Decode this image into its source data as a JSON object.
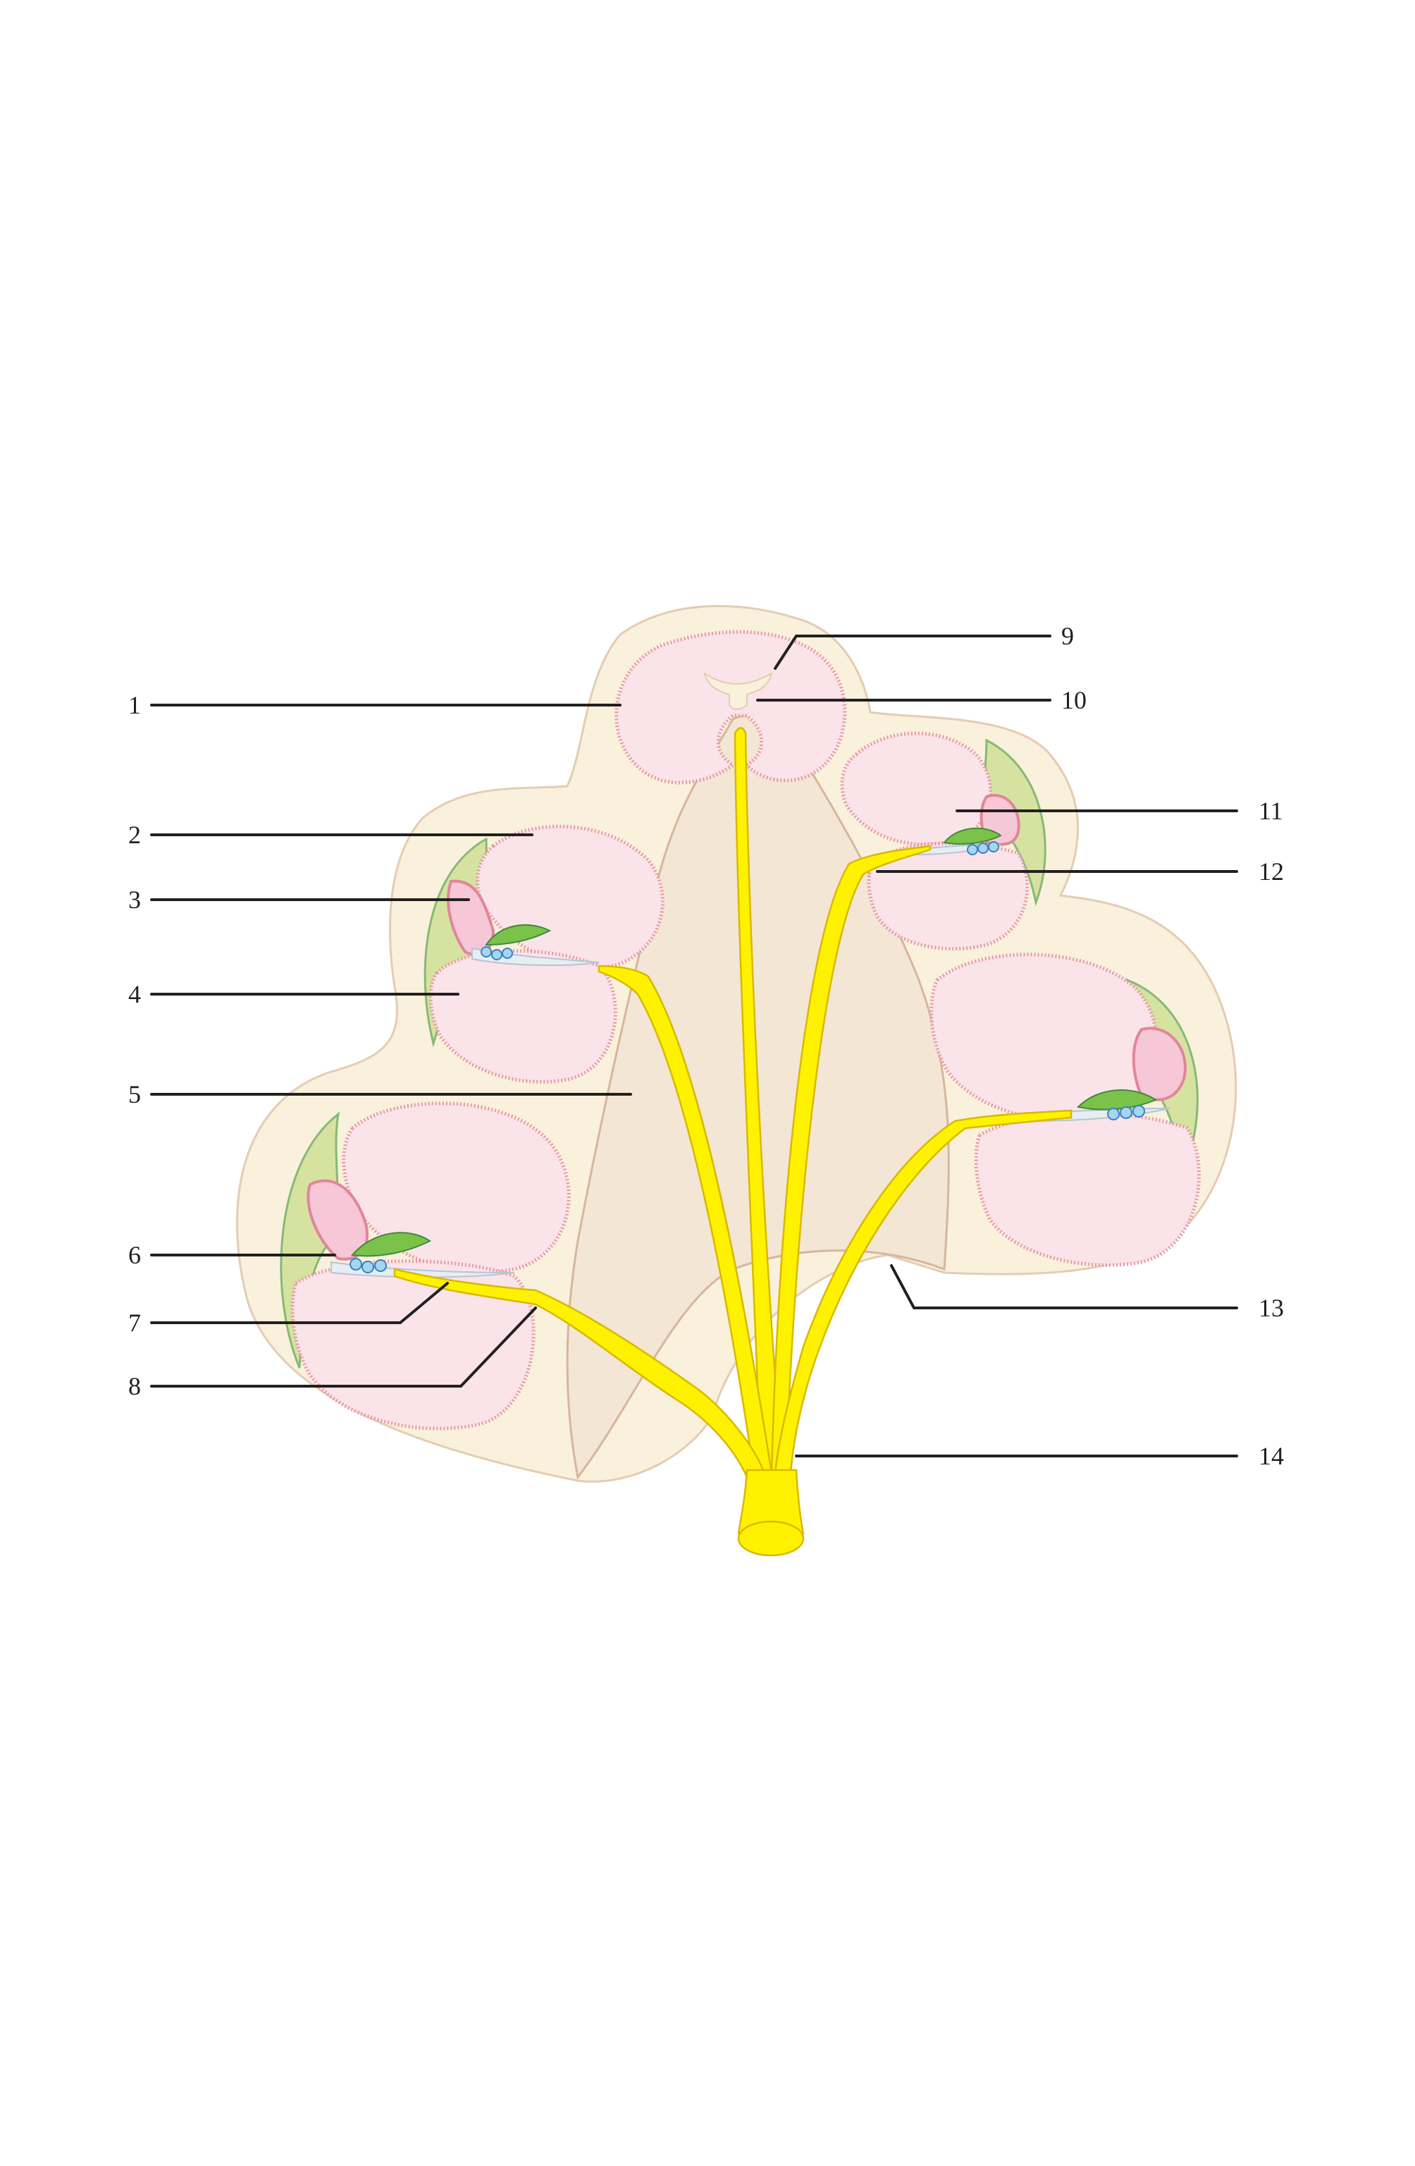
{
  "labels": [
    {
      "id": "label-1",
      "text": "1"
    },
    {
      "id": "label-2",
      "text": "2"
    },
    {
      "id": "label-3",
      "text": "3"
    },
    {
      "id": "label-4",
      "text": "4"
    },
    {
      "id": "label-5",
      "text": "5"
    },
    {
      "id": "label-6",
      "text": "6"
    },
    {
      "id": "label-7",
      "text": "7"
    },
    {
      "id": "label-8",
      "text": "8"
    },
    {
      "id": "label-9",
      "text": "9"
    },
    {
      "id": "label-10",
      "text": "10"
    },
    {
      "id": "label-11",
      "text": "11"
    },
    {
      "id": "label-12",
      "text": "12"
    },
    {
      "id": "label-13",
      "text": "13"
    },
    {
      "id": "label-14",
      "text": "14"
    }
  ],
  "colors": {
    "outer_tissue": "#f9f1db",
    "sac_pink": "#fbe3ea",
    "sac_border": "#e79aa6",
    "mesenchyme": "#f3e6d4",
    "nerve_yellow": "#fff200",
    "capsule_green": "#d6e3a0",
    "organ_green": "#7bc24a",
    "cell_blue": "#a6d6ef"
  }
}
